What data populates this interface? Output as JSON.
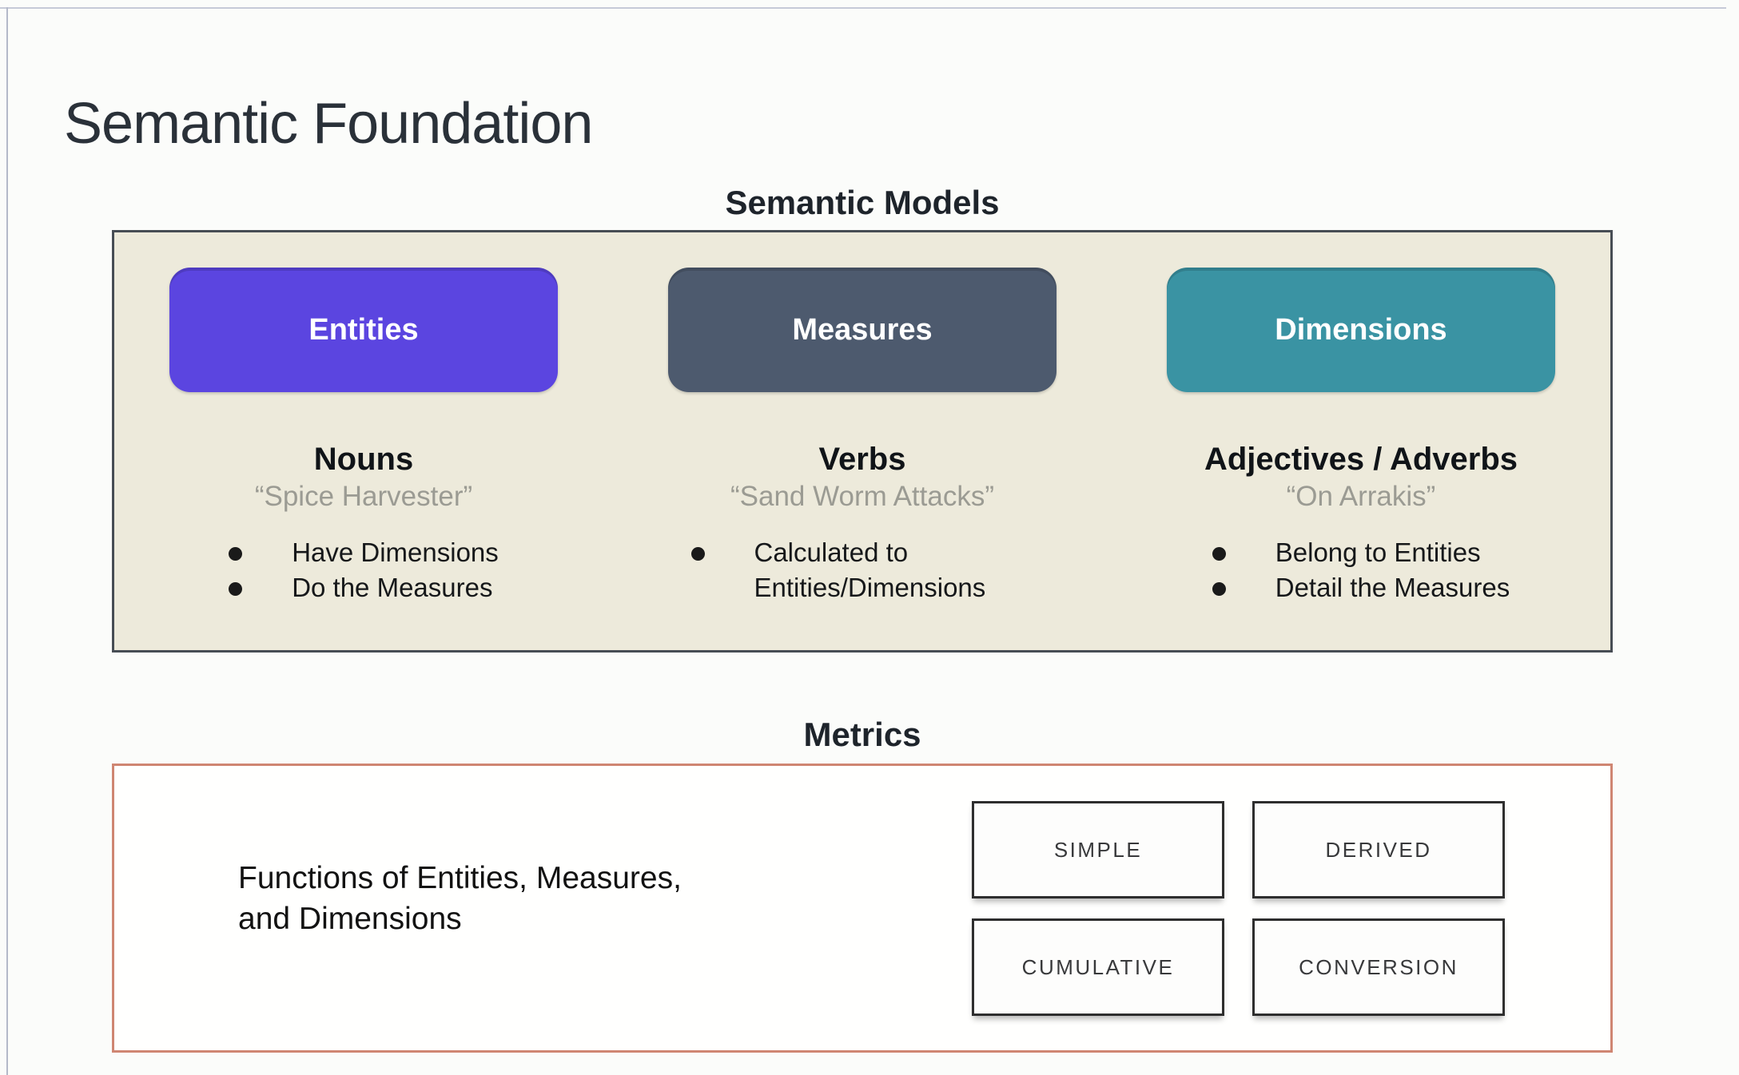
{
  "title": "Semantic Foundation",
  "semantic_models": {
    "heading": "Semantic Models",
    "panel_bg": "#edeadb",
    "panel_border": "#474d54",
    "columns": [
      {
        "button_label": "Entities",
        "button_color": "#5b45e0",
        "role": "Nouns",
        "quote": "“Spice Harvester”",
        "bullets": [
          "Have Dimensions",
          "Do the Measures"
        ]
      },
      {
        "button_label": "Measures",
        "button_color": "#4d5a6e",
        "role": "Verbs",
        "quote": "“Sand Worm Attacks”",
        "bullets": [
          "Calculated to Entities/Dimensions"
        ]
      },
      {
        "button_label": "Dimensions",
        "button_color": "#3a93a3",
        "role": "Adjectives / Adverbs",
        "quote": "“On Arrakis”",
        "bullets": [
          "Belong to Entities",
          "Detail the Measures"
        ]
      }
    ]
  },
  "metrics": {
    "heading": "Metrics",
    "border_color": "#cf8672",
    "description_lines": [
      "Functions of Entities, Measures,",
      "and Dimensions"
    ],
    "types": [
      "SIMPLE",
      "DERIVED",
      "CUMULATIVE",
      "CONVERSION"
    ]
  }
}
